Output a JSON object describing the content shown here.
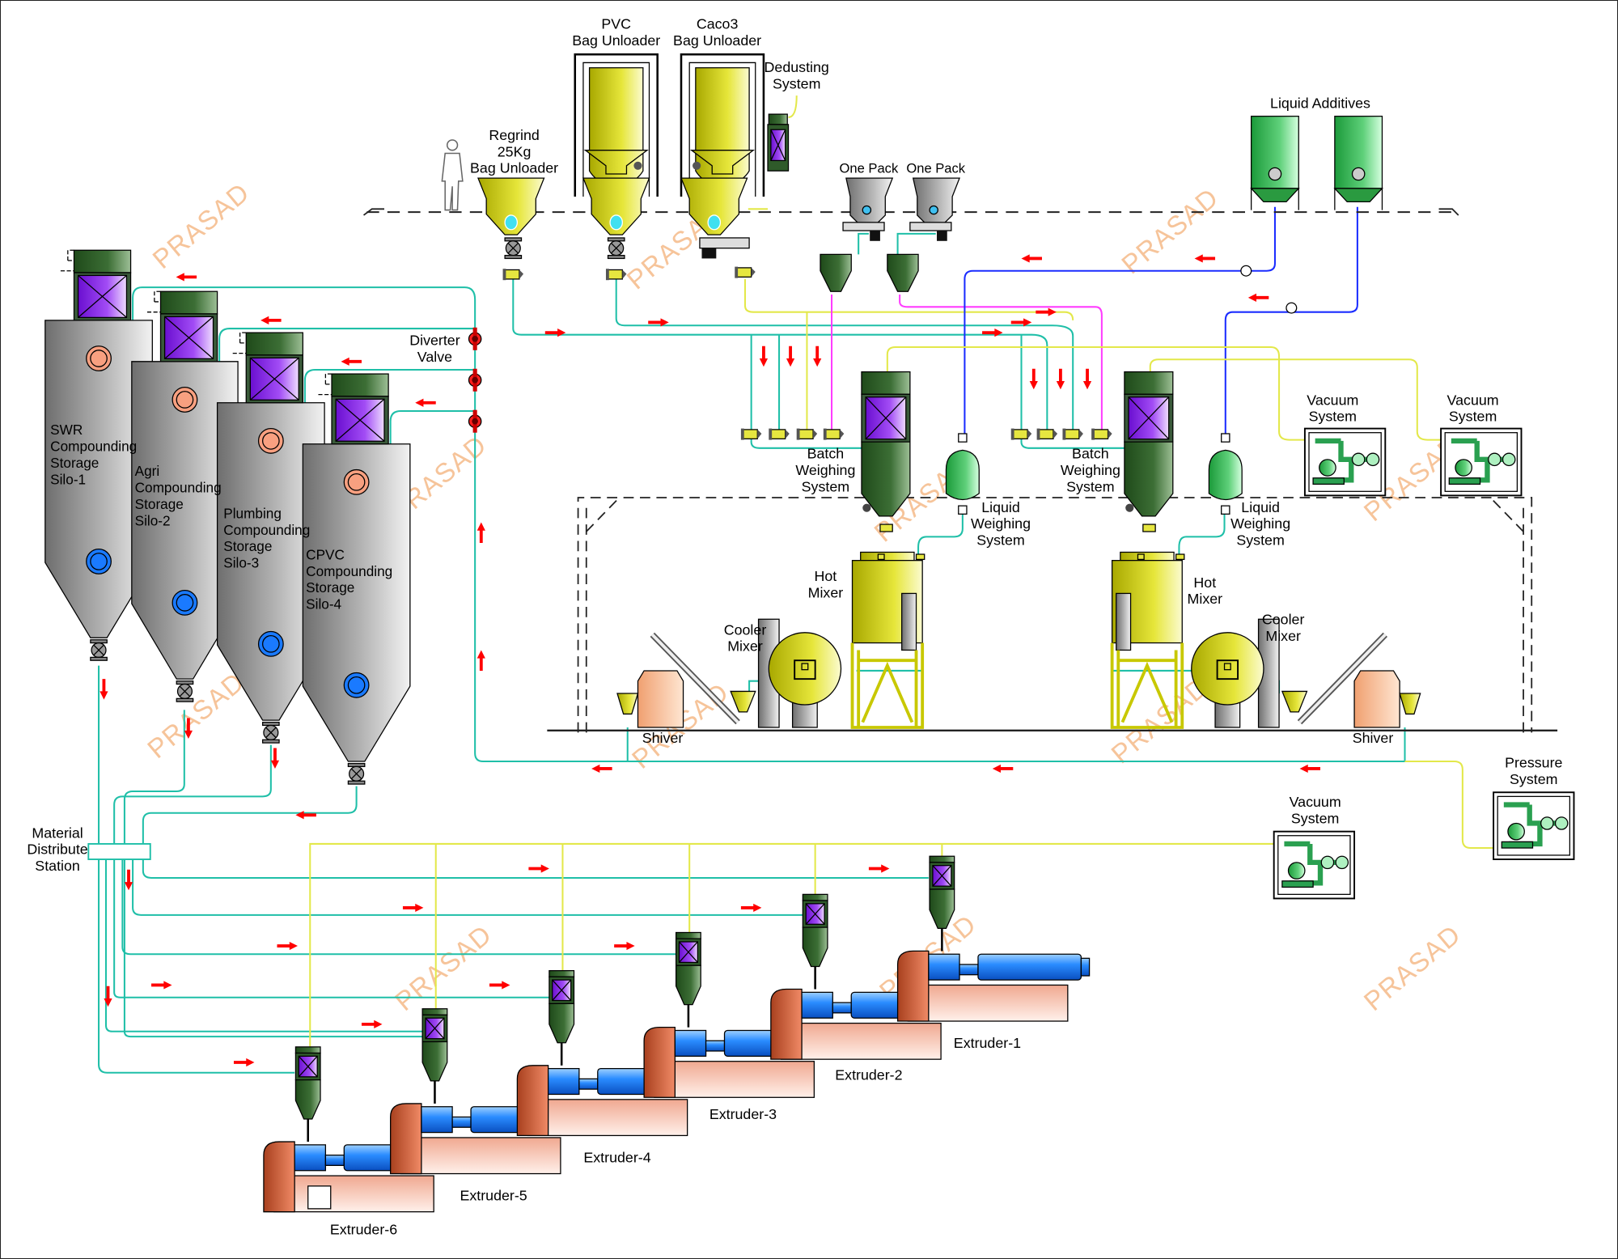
{
  "watermark": "PRASAD",
  "colors": {
    "teal_pipe": "#1fbfa8",
    "yellow_pipe": "#e3e84a",
    "magenta_pipe": "#ff3cff",
    "blue_pipe": "#1a2cff",
    "flow_arrow": "#ff0000",
    "silo_gray": "#9a9a9a",
    "filter_purple": "#8a2be2",
    "filter_green": "#2f5a2a",
    "hopper_yellow": "#d6d62a",
    "extruder_blue": "#1e7fff",
    "extruder_red": "#c8502e"
  },
  "labels": {
    "pvc_unloader": [
      "PVC",
      "Bag Unloader"
    ],
    "caco3_unloader": [
      "Caco3",
      "Bag Unloader"
    ],
    "dedusting": [
      "Dedusting",
      "System"
    ],
    "regrind_unloader": [
      "Regrind",
      "25Kg",
      "Bag Unloader"
    ],
    "one_pack_1": [
      "One Pack"
    ],
    "one_pack_2": [
      "One Pack"
    ],
    "liquid_additives": [
      "Liquid Additives"
    ],
    "diverter_valve": [
      "Diverter",
      "Valve"
    ],
    "silo_1": [
      "SWR",
      "Compounding",
      "Storage",
      "Silo-1"
    ],
    "silo_2": [
      "Agri",
      "Compounding",
      "Storage",
      "Silo-2"
    ],
    "silo_3": [
      "Plumbing",
      "Compounding",
      "Storage",
      "Silo-3"
    ],
    "silo_4": [
      "CPVC",
      "Compounding",
      "Storage",
      "Silo-4"
    ],
    "batch_weighing_1": [
      "Batch",
      "Weighing",
      "System"
    ],
    "batch_weighing_2": [
      "Batch",
      "Weighing",
      "System"
    ],
    "liquid_weighing_1": [
      "Liquid",
      "Weighing",
      "System"
    ],
    "liquid_weighing_2": [
      "Liquid",
      "Weighing",
      "System"
    ],
    "hot_mixer_1": [
      "Hot",
      "Mixer"
    ],
    "hot_mixer_2": [
      "Hot",
      "Mixer"
    ],
    "cooler_mixer_1": [
      "Cooler",
      "Mixer"
    ],
    "cooler_mixer_2": [
      "Cooler",
      "Mixer"
    ],
    "shiver_1": [
      "Shiver"
    ],
    "shiver_2": [
      "Shiver"
    ],
    "vacuum_system_1": [
      "Vacuum",
      "System"
    ],
    "vacuum_system_2": [
      "Vacuum",
      "System"
    ],
    "vacuum_system_3": [
      "Vacuum",
      "System"
    ],
    "pressure_system": [
      "Pressure",
      "System"
    ],
    "material_distribute_station": [
      "Material",
      "Distribute",
      "Station"
    ],
    "extruder_1": [
      "Extruder-1"
    ],
    "extruder_2": [
      "Extruder-2"
    ],
    "extruder_3": [
      "Extruder-3"
    ],
    "extruder_4": [
      "Extruder-4"
    ],
    "extruder_5": [
      "Extruder-5"
    ],
    "extruder_6": [
      "Extruder-6"
    ]
  }
}
